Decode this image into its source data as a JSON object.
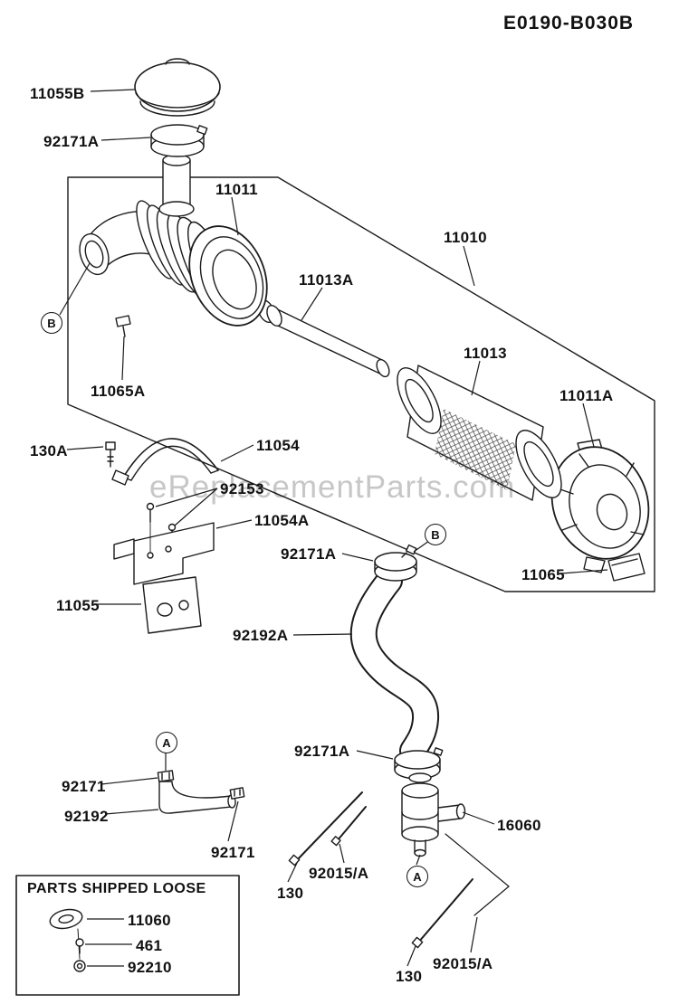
{
  "title": "E0190-B030B",
  "watermark": "eReplacementParts.com",
  "labels": [
    {
      "text": "11055B"
    },
    {
      "text": "92171A"
    },
    {
      "text": "11011"
    },
    {
      "text": "11010"
    },
    {
      "text": "11013A"
    },
    {
      "text": "11013"
    },
    {
      "text": "11011A"
    },
    {
      "text": "11065A"
    },
    {
      "text": "130A"
    },
    {
      "text": "11054"
    },
    {
      "text": "92153"
    },
    {
      "text": "11054A"
    },
    {
      "text": "92171A"
    },
    {
      "text": "11055"
    },
    {
      "text": "92192A"
    },
    {
      "text": "11065"
    },
    {
      "text": "92171A"
    },
    {
      "text": "92171"
    },
    {
      "text": "92192"
    },
    {
      "text": "92171"
    },
    {
      "text": "16060"
    },
    {
      "text": "92015/A"
    },
    {
      "text": "130"
    },
    {
      "text": "92015/A"
    },
    {
      "text": "130"
    }
  ],
  "callouts": [
    {
      "letter": "B"
    },
    {
      "letter": "B"
    },
    {
      "letter": "A"
    },
    {
      "letter": "A"
    }
  ],
  "parts_shipped_loose": {
    "title": "PARTS SHIPPED LOOSE",
    "items": [
      {
        "text": "11060"
      },
      {
        "text": "461"
      },
      {
        "text": "92210"
      }
    ]
  },
  "colors": {
    "line": "#1b1b1b",
    "watermark": "#c7c7c7",
    "background": "#ffffff"
  }
}
